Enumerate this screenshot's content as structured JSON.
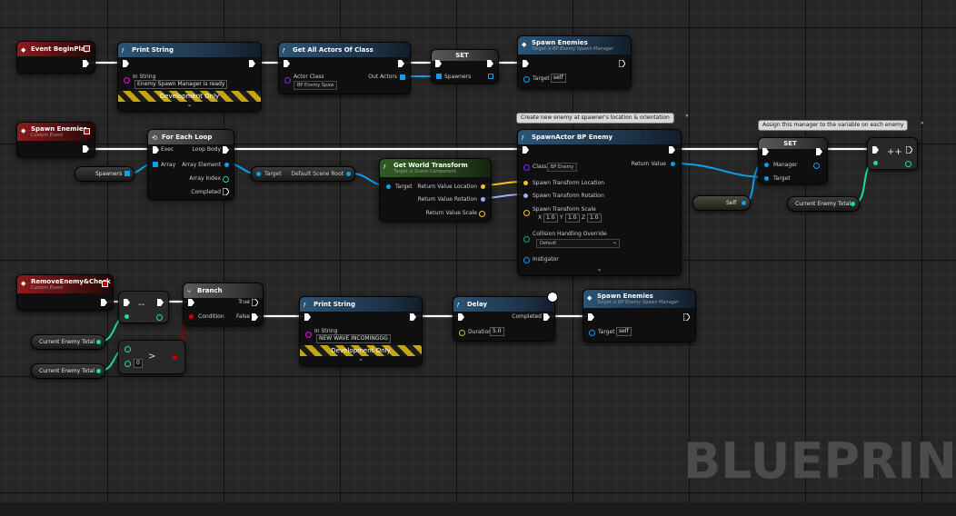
{
  "watermark": "BLUEPRINT",
  "icons": {
    "function": "f-icon",
    "event": "event-diamond-icon",
    "loop": "loop-icon",
    "branch": "branch-icon",
    "delay": "clock-icon"
  },
  "colors": {
    "exec": "#ffffff",
    "object": "#0ca0e8",
    "vector": "#f5c423",
    "rotator": "#9cb0ff",
    "transform": "#f3a440",
    "bool": "#8c0000",
    "int": "#1ddaa0",
    "float": "#8bd93a",
    "class": "#5b1aa8",
    "event_header": "#8c1c1c",
    "function_header": "#2b5575",
    "pure_header": "#2f5c22"
  },
  "row1": {
    "event_begin_play": {
      "title": "Event BeginPlay"
    },
    "print_string": {
      "title": "Print String",
      "in_string_label": "In String",
      "in_string_value": "Enemy Spawn Manager is ready",
      "dev_only": "Development Only"
    },
    "get_all_actors": {
      "title": "Get All Actors Of Class",
      "actor_class_label": "Actor Class",
      "actor_class_value": "BP Enemy Spaw",
      "out_actors_label": "Out Actors"
    },
    "set_node": {
      "title": "SET",
      "spawners_label": "Spawners"
    },
    "spawn_enemies_call": {
      "title": "Spawn Enemies",
      "subtitle": "Target is BP Enemy Spawn Manager",
      "target_label": "Target",
      "target_value": "self"
    }
  },
  "row2": {
    "spawn_enemies_event": {
      "title": "Spawn Enemies",
      "subtitle": "Custom Event"
    },
    "spawners_var": {
      "label": "Spawners"
    },
    "for_each": {
      "title": "For Each Loop",
      "exec_label": "Exec",
      "array_label": "Array",
      "loop_body_label": "Loop Body",
      "array_element_label": "Array Element",
      "array_index_label": "Array Index",
      "completed_label": "Completed"
    },
    "target_reroute": {
      "target_label": "Target",
      "default_scene_root_label": "Default Scene Root"
    },
    "get_world_transform": {
      "title": "Get World Transform",
      "subtitle": "Target is Scene Component",
      "target_label": "Target",
      "loc_label": "Return Value Location",
      "rot_label": "Return Value Rotation",
      "scale_label": "Return Value Scale"
    },
    "comment_spawn": "Create new enemy at spawner's location & orientation",
    "spawn_actor": {
      "title": "SpawnActor BP Enemy",
      "class_label": "Class",
      "class_value": "BP Enemy",
      "return_label": "Return Value",
      "loc_label": "Spawn Transform Location",
      "rot_label": "Spawn Transform Rotation",
      "scale_label": "Spawn Transform Scale",
      "x_label": "X",
      "y_label": "Y",
      "z_label": "Z",
      "x": "1.0",
      "y": "1.0",
      "z": "1.0",
      "collision_label": "Collision Handling Override",
      "collision_value": "Default",
      "instigator_label": "Instigator"
    },
    "comment_assign": "Assign this manager to the variable on each enemy",
    "set_manager": {
      "title": "SET",
      "manager_label": "Manager",
      "target_label": "Target"
    },
    "self_var": {
      "label": "Self"
    },
    "current_enemy_total_var": {
      "label": "Current Enemy Total"
    },
    "increment": {
      "symbol": "++"
    }
  },
  "row3": {
    "remove_event": {
      "title": "RemoveEnemy&Check",
      "subtitle": "Custom Event"
    },
    "decrement": {
      "symbol": "--"
    },
    "current_total_a": {
      "label": "Current Enemy Total"
    },
    "current_total_b": {
      "label": "Current Enemy Total"
    },
    "greater": {
      "symbol": ">",
      "b_value": "0"
    },
    "branch": {
      "title": "Branch",
      "condition_label": "Condition",
      "true_label": "True",
      "false_label": "False"
    },
    "print_string2": {
      "title": "Print String",
      "in_string_label": "In String",
      "in_string_value": "NEW WAVE INCOMINGGG",
      "dev_only": "Development Only"
    },
    "delay": {
      "title": "Delay",
      "duration_label": "Duration",
      "duration_value": "5.0",
      "completed_label": "Completed"
    },
    "spawn_enemies_call2": {
      "title": "Spawn Enemies",
      "subtitle": "Target is BP Enemy Spawn Manager",
      "target_label": "Target",
      "target_value": "self"
    }
  }
}
